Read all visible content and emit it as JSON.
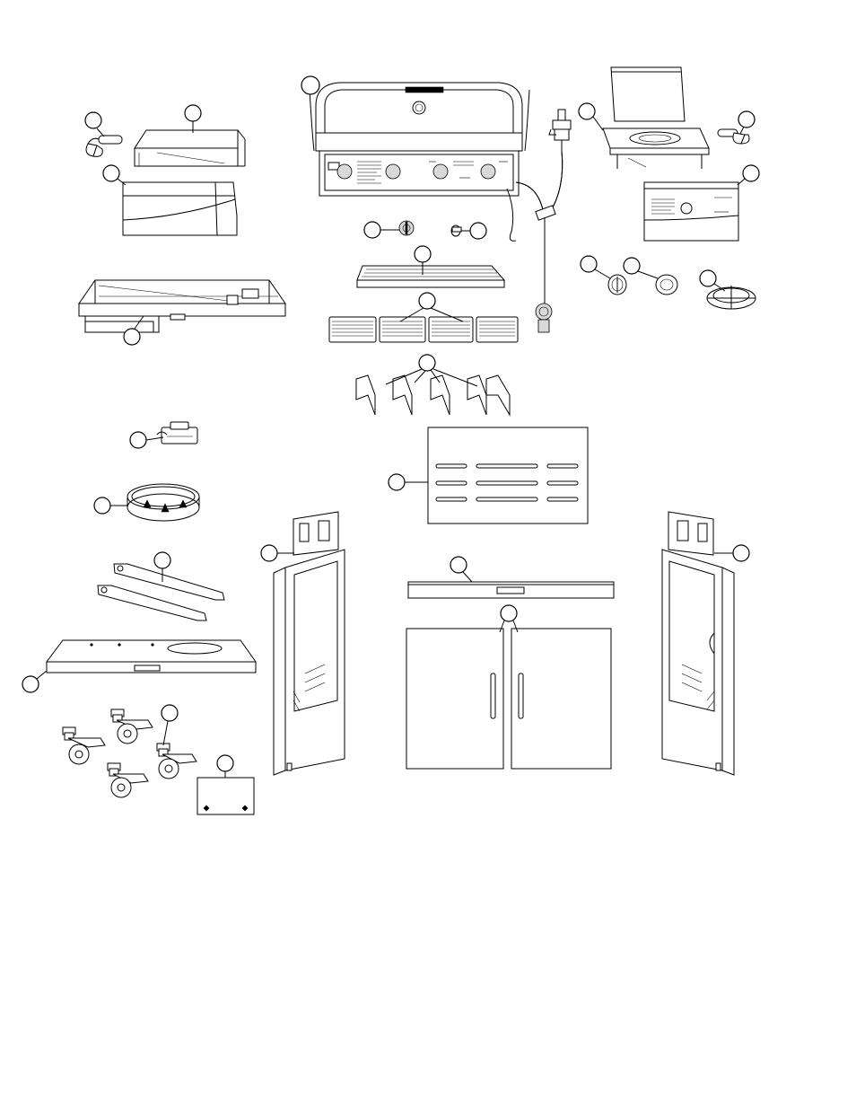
{
  "figure": {
    "type": "exploded-parts-diagram",
    "callout_style": "empty circle",
    "line_color": "#000000",
    "background": "#ffffff"
  },
  "parts": [
    {
      "part": "grill-head"
    },
    {
      "part": "left-side-shelf-cover"
    },
    {
      "part": "left-shelf-hose-clip"
    },
    {
      "part": "left-side-panel"
    },
    {
      "part": "grease-tray"
    },
    {
      "part": "grease-cup"
    },
    {
      "part": "rotisserie-bracket"
    },
    {
      "part": "burner-ring"
    },
    {
      "part": "cross-braces"
    },
    {
      "part": "bottom-shelf"
    },
    {
      "part": "casters"
    },
    {
      "part": "back-plate"
    },
    {
      "part": "control-knob"
    },
    {
      "part": "igniter-button"
    },
    {
      "part": "warming-rack"
    },
    {
      "part": "cooking-grids"
    },
    {
      "part": "flame-tamers"
    },
    {
      "part": "rear-panel"
    },
    {
      "part": "left-cart-frame"
    },
    {
      "part": "top-crossbar"
    },
    {
      "part": "cabinet-doors"
    },
    {
      "part": "right-cart-frame"
    },
    {
      "part": "gas-hose-regulator"
    },
    {
      "part": "side-burner-lid"
    },
    {
      "part": "right-shelf-hose-clip"
    },
    {
      "part": "side-burner-control-panel"
    },
    {
      "part": "side-burner-knob"
    },
    {
      "part": "side-burner-cap"
    },
    {
      "part": "side-burner-grate"
    }
  ]
}
